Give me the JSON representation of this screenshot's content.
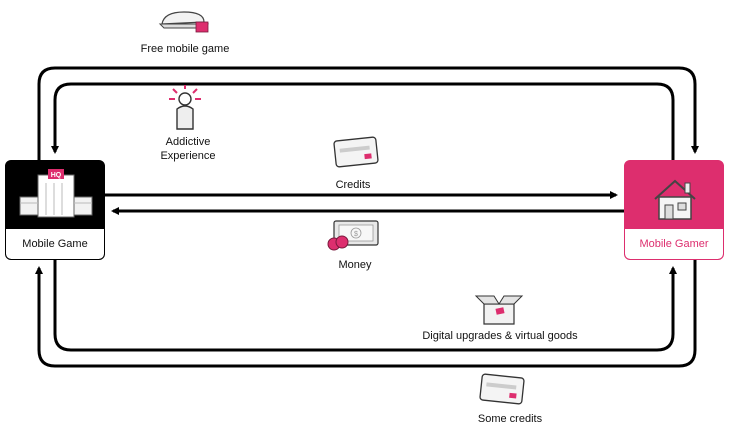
{
  "nodes": {
    "game": {
      "label": "Mobile Game",
      "badge": "HQ"
    },
    "gamer": {
      "label": "Mobile Gamer"
    }
  },
  "flows": {
    "free_game": "Free mobile game",
    "addictive": {
      "line1": "Addictive",
      "line2": "Experience"
    },
    "credits": "Credits",
    "money": "Money",
    "money_symbol": "$",
    "digital_goods": "Digital upgrades & virtual goods",
    "some_credits": "Some credits"
  },
  "icons": {
    "free_game": "hand-serving-icon",
    "addictive": "excited-person-icon",
    "credits": "credit-card-icon",
    "money": "money-icon",
    "digital_goods": "open-box-icon",
    "some_credits": "credit-card-icon",
    "game": "hq-building-icon",
    "gamer": "house-icon"
  },
  "colors": {
    "accent": "#dd2e6e",
    "line": "#000000",
    "game_bg": "#000000"
  }
}
